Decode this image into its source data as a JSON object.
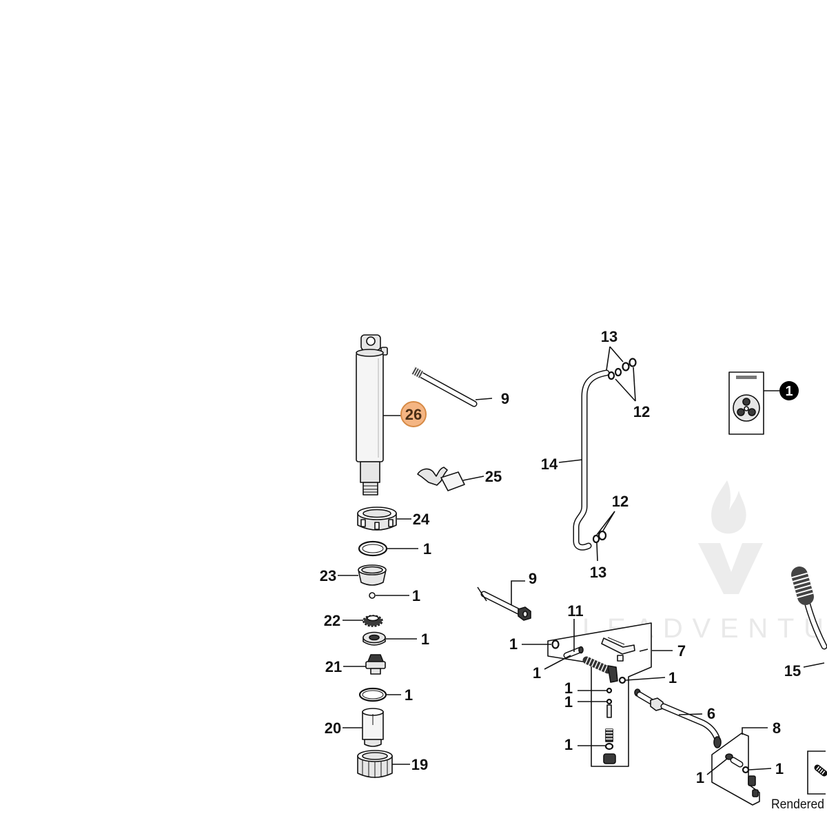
{
  "diagram": {
    "highlighted_callout": "26",
    "kit_badge": "1",
    "watermark_text": "LEADVENTU",
    "footer_text": "Rendered",
    "left_column_callouts": [
      "9",
      "25",
      "24",
      "1",
      "23",
      "1",
      "22",
      "1",
      "21",
      "1",
      "20",
      "19"
    ],
    "right_group_callouts": [
      "13",
      "12",
      "14",
      "12",
      "13",
      "9",
      "11",
      "1",
      "7",
      "1",
      "1",
      "1",
      "1",
      "6",
      "1",
      "8",
      "15",
      "1",
      "1"
    ]
  },
  "colors": {
    "line": "#111111",
    "highlight_fill": "#f4b583",
    "highlight_stroke": "#d68a45",
    "highlight_text": "#4a2e14",
    "part_shade": "#e6e6e6",
    "watermark": "#e9e9e9",
    "badge_fill": "#000000",
    "badge_text": "#ffffff"
  },
  "icons": {
    "kit": "parts-kit-card-icon",
    "watermark_logo": "flame-v-logo-icon"
  }
}
